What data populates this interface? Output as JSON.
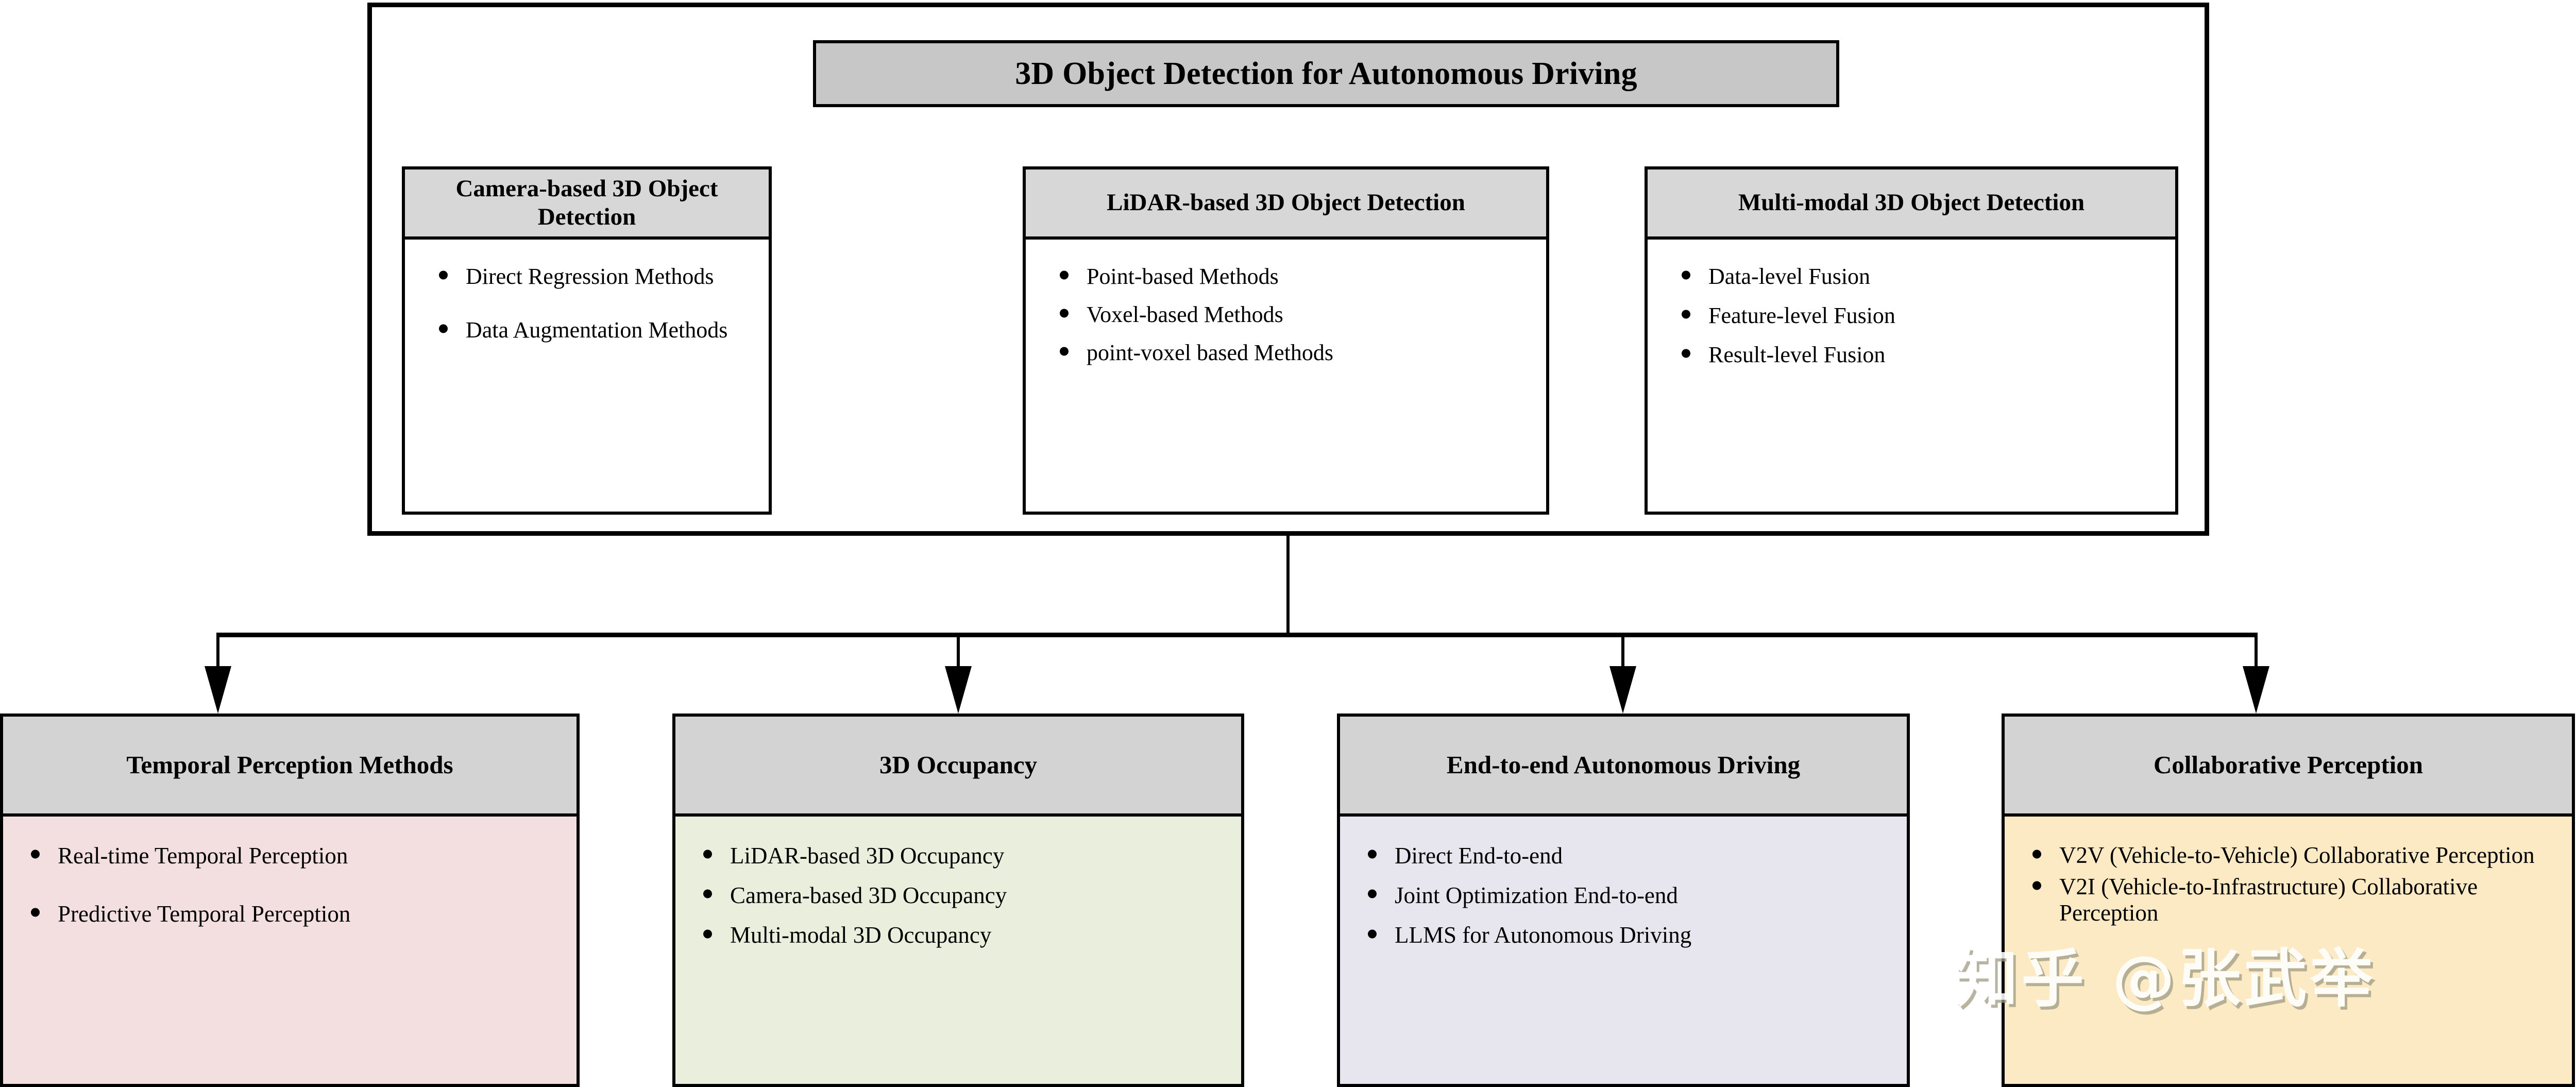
{
  "root": {
    "title": "3D Object Detection for Autonomous Driving"
  },
  "top_categories": [
    {
      "title": "Camera-based 3D Object Detection",
      "items": [
        "Direct Regression Methods",
        "Data Augmentation Methods"
      ]
    },
    {
      "title": "LiDAR-based 3D Object Detection",
      "items": [
        "Point-based Methods",
        "Voxel-based Methods",
        "point-voxel based Methods"
      ]
    },
    {
      "title": "Multi-modal 3D Object Detection",
      "items": [
        "Data-level Fusion",
        "Feature-level Fusion",
        "Result-level Fusion"
      ]
    }
  ],
  "bottom_categories": [
    {
      "title": "Temporal Perception Methods",
      "items": [
        "Real-time Temporal Perception",
        "Predictive Temporal Perception"
      ]
    },
    {
      "title": "3D Occupancy",
      "items": [
        "LiDAR-based 3D Occupancy",
        "Camera-based 3D Occupancy",
        "Multi-modal 3D Occupancy"
      ]
    },
    {
      "title": "End-to-end Autonomous Driving",
      "items": [
        "Direct End-to-end",
        "Joint Optimization End-to-end",
        "LLMS for Autonomous Driving"
      ]
    },
    {
      "title": "Collaborative Perception",
      "items": [
        "V2V (Vehicle-to-Vehicle) Collaborative Perception",
        "V2I (Vehicle-to-Infrastructure) Collaborative Perception"
      ]
    }
  ],
  "watermark": {
    "text": "知乎 @张武举"
  },
  "colors": {
    "header_gray": "#d3d3d3",
    "root_gray": "#c7c7c7",
    "pink": "#f3dfe0",
    "green": "#e9efdc",
    "lavender": "#e7e6ef",
    "yellow": "#fbeac4",
    "line": "#000000"
  }
}
